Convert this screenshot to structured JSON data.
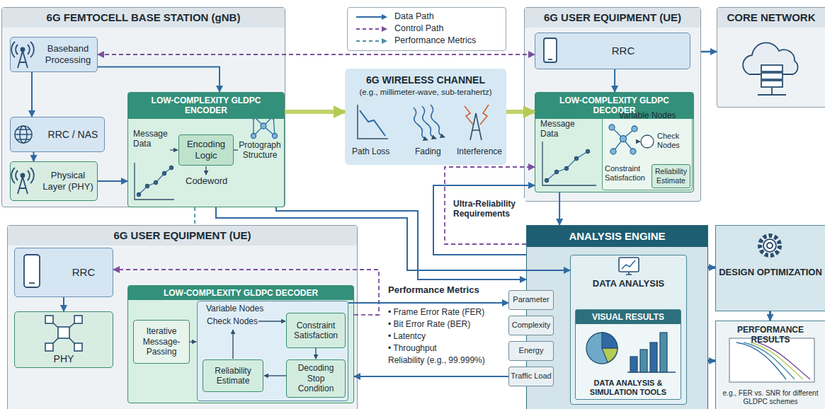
{
  "diagram": {
    "nodes": [
      {
        "text": [
          "6G FEMTOCELL BASE STATION (gNB)"
        ]
      },
      {
        "text": [
          "Baseband Processing"
        ],
        "in": 0
      },
      {
        "text": [
          "RRC / NAS"
        ],
        "in": 0
      },
      {
        "text": [
          "Physical Layer (PHY)"
        ],
        "in": 0
      },
      {
        "text": [
          "LOW-COMPLEXITY GLDPC ENCODER"
        ],
        "in": 0
      },
      {
        "text": [
          "Encoding Logic"
        ],
        "in": 4
      },
      {
        "text": [
          "6G WIRELESS CHANNEL",
          "(e.g., millimeter-wave, sub-terahertz)"
        ]
      },
      {
        "text": [
          "6G USER EQUIPMENT (UE)"
        ]
      },
      {
        "text": [
          "RRC"
        ],
        "in": 7
      },
      {
        "text": [
          "LOW-COMPLEXITY GLDPC DECODER"
        ],
        "in": 7
      },
      {
        "text": [
          "Variable Nodes"
        ],
        "in": 9
      },
      {
        "text": [
          "Reliability Estimate"
        ],
        "in": 10
      },
      {
        "text": [
          "CORE NETWORK"
        ]
      },
      {
        "text": [
          "6G USER EQUIPMENT (UE)"
        ]
      },
      {
        "text": [
          "RRC"
        ],
        "in": 13
      },
      {
        "text": [
          "PHY"
        ],
        "in": 13
      },
      {
        "text": [
          "LOW-COMPLEXITY GLDPC DECODER"
        ],
        "in": 13
      },
      {
        "text": [
          "Iterative Message-Passing"
        ],
        "in": 16
      },
      {
        "text": [
          "Variable Nodes"
        ],
        "in": 16
      },
      {
        "text": [
          "Constraint Satisfaction"
        ],
        "in": 18
      },
      {
        "text": [
          "Reliability Estimate"
        ],
        "in": 18
      },
      {
        "text": [
          "Decoding Stop Condition"
        ],
        "in": 18
      },
      {
        "text": [
          "ANALYSIS ENGINE"
        ]
      },
      {
        "text": [
          "Parameter"
        ]
      },
      {
        "text": [
          "Complexity"
        ]
      },
      {
        "text": [
          "Energy"
        ]
      },
      {
        "text": [
          "Traffic Load"
        ]
      },
      {
        "text": [
          "DATA ANALYSIS"
        ],
        "in": 22
      },
      {
        "text": [
          "VISUAL RESULTS",
          "DATA ANALYSIS & SIMULATION TOOLS"
        ],
        "in": 27
      },
      {
        "text": [
          "DESIGN OPTIMIZATION"
        ]
      },
      {
        "text": [
          "PERFORMANCE RESULTS",
          "e.g., FER vs. SNR for different GLDPC schemes"
        ]
      }
    ],
    "edges": [
      {
        "from": 1,
        "to": 8,
        "arrow": "both"
      },
      {
        "from": 1,
        "to": 2,
        "arrow": "to"
      },
      {
        "from": 2,
        "to": 3,
        "arrow": "to"
      },
      {
        "from": 3,
        "to": 4,
        "arrow": "to"
      },
      {
        "from": 1,
        "to": 4,
        "arrow": "to"
      },
      {
        "from": 4,
        "to": 6,
        "arrow": "to"
      },
      {
        "from": 6,
        "to": 9,
        "arrow": "to"
      },
      {
        "from": 7,
        "to": 12,
        "arrow": "to"
      },
      {
        "from": 8,
        "to": 9,
        "arrow": "to"
      },
      {
        "from": 9,
        "to": 22,
        "arrow": "to"
      },
      {
        "from": 4,
        "to": 27,
        "arrow": "to"
      },
      {
        "from": 4,
        "to": 22,
        "arrow": "to"
      },
      {
        "from": 22,
        "to": 9,
        "arrow": "to"
      },
      {
        "from": 22,
        "to": 9,
        "arrow": "to",
        "label": "Ultra-Reliability Requirements"
      },
      {
        "from": 0,
        "to": 13,
        "arrow": "none"
      },
      {
        "from": 14,
        "to": 15,
        "arrow": "to"
      },
      {
        "from": 16,
        "to": 14,
        "arrow": "to"
      },
      {
        "from": 18,
        "to": 23,
        "arrow": "to"
      },
      {
        "from": 26,
        "to": 16,
        "arrow": "to"
      },
      {
        "from": 22,
        "to": 29,
        "arrow": "to"
      },
      {
        "from": 22,
        "to": 30,
        "arrow": "to"
      },
      {
        "from": 29,
        "to": 30,
        "arrow": "to"
      }
    ],
    "labels": [
      "Message Data",
      "Codeword",
      "Protograph Structure",
      "Path Loss",
      "Fading",
      "Interference",
      "Message Data",
      "Check Nodes",
      "Constraint Satisfaction",
      "Check Nodes",
      "Performance Metrics",
      "• Frame Error Rate (FER)",
      "• Bit Error Rate (BER)",
      "• Latentcy",
      "• Throughput",
      "Reliability (e.g., 99.999%)"
    ],
    "legend": [
      {
        "text": "Data Path"
      },
      {
        "text": "Control Path"
      },
      {
        "text": "Performance Metrics"
      }
    ]
  }
}
